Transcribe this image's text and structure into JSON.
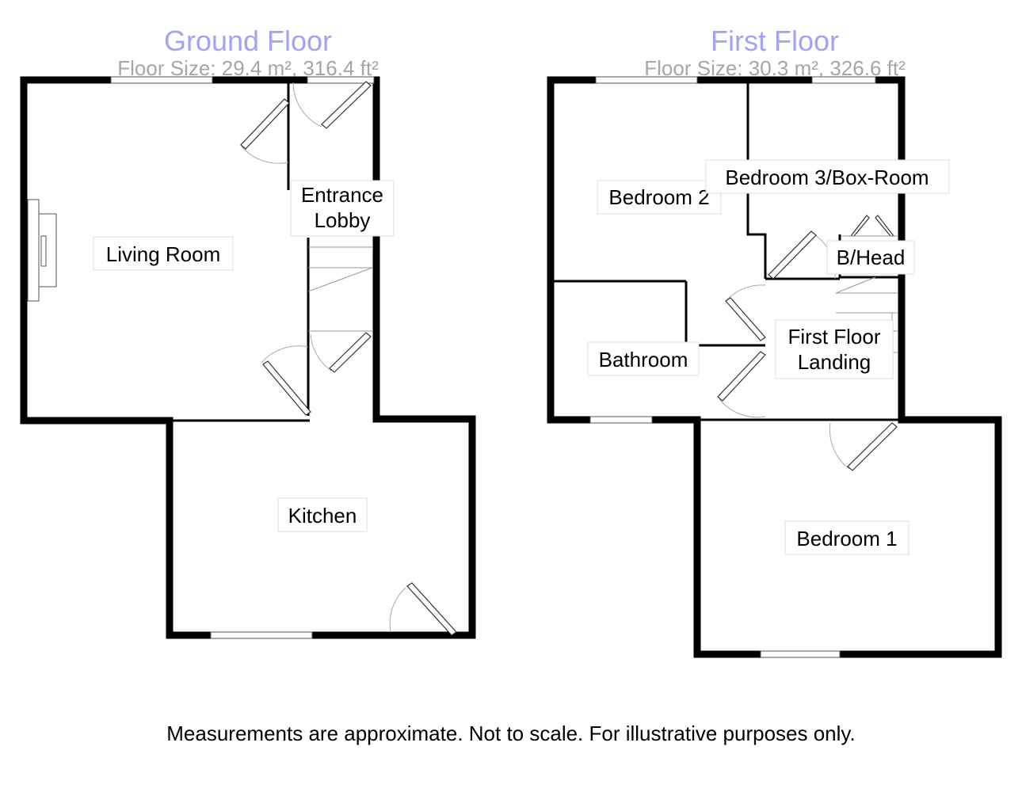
{
  "floors": [
    {
      "title": "Ground Floor",
      "size": "Floor Size: 29.4 m², 316.4 ft²"
    },
    {
      "title": "First Floor",
      "size": "Floor Size: 30.3 m², 326.6 ft²"
    }
  ],
  "rooms": {
    "living_room": "Living Room",
    "entrance_lobby_line1": "Entrance",
    "entrance_lobby_line2": "Lobby",
    "kitchen": "Kitchen",
    "bedroom_2": "Bedroom 2",
    "bedroom_3": "Bedroom 3/Box-Room",
    "bulkhead": "B/Head",
    "bathroom": "Bathroom",
    "landing_line1": "First Floor",
    "landing_line2": "Landing",
    "bedroom_1": "Bedroom 1"
  },
  "disclaimer": "Measurements are approximate. Not to scale. For illustrative purposes only.",
  "colors": {
    "title": "#a3a3f5",
    "subtitle": "#a6a6a6",
    "wall": "#000000"
  }
}
